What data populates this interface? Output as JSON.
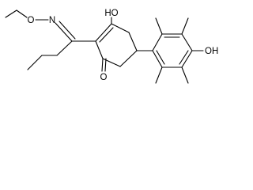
{
  "molecule": {
    "atoms": {
      "ether_oxygen": "O",
      "oxime_nitrogen": "N",
      "enol_hydroxyl": "HO",
      "ketone_oxygen": "O",
      "phenol_hydroxyl": "OH"
    }
  }
}
